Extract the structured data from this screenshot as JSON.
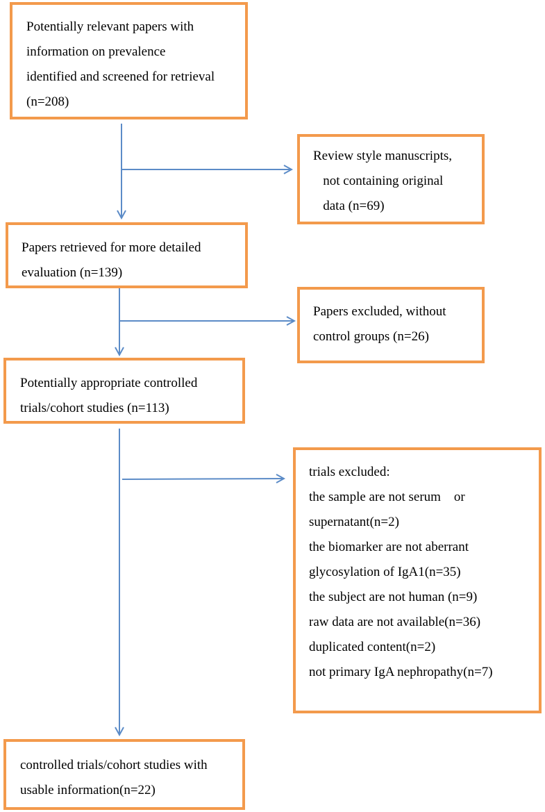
{
  "colors": {
    "box_border": "#F39A4C",
    "arrow": "#5B8BC7"
  },
  "boxes": {
    "identified": {
      "lines": [
        "Potentially relevant papers with",
        "information on prevalence",
        "identified and screened for retrieval",
        "(n=208)"
      ]
    },
    "review_excluded": {
      "lines": [
        "Review style manuscripts,",
        "   not containing original",
        "   data (n=69)"
      ]
    },
    "retrieved": {
      "lines": [
        "Papers retrieved for more detailed",
        "evaluation (n=139)"
      ]
    },
    "no_control_excluded": {
      "lines": [
        "Papers excluded, without",
        "control groups (n=26)"
      ]
    },
    "appropriate": {
      "lines": [
        "Potentially appropriate controlled",
        "trials/cohort studies (n=113)"
      ]
    },
    "trials_excluded": {
      "lines": [
        "trials excluded:",
        "the sample are not serum    or",
        "supernatant(n=2)",
        "the biomarker are not aberrant",
        "glycosylation of IgA1(n=35)",
        "the subject are not human (n=9)",
        "raw data are not available(n=36)",
        "duplicated content(n=2)",
        "not primary IgA nephropathy(n=7)"
      ]
    },
    "included": {
      "lines": [
        "controlled trials/cohort studies with",
        "usable information(n=22)"
      ]
    }
  }
}
